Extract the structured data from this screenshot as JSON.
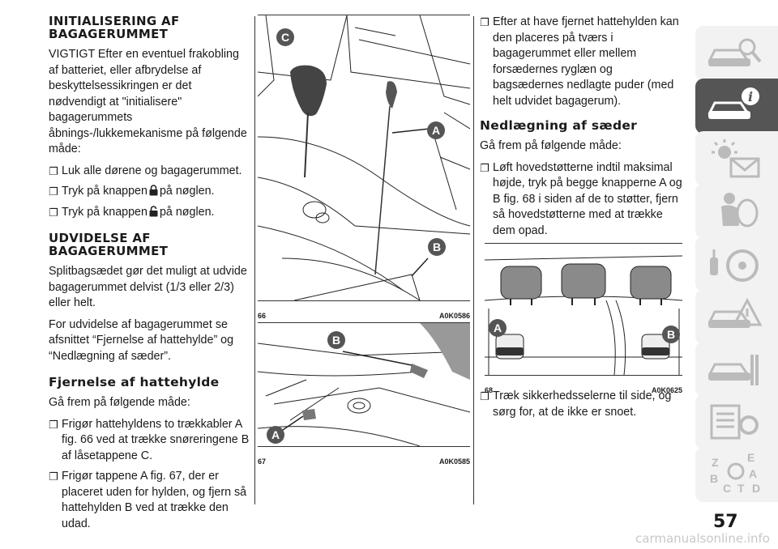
{
  "col1": {
    "heading1": "INITIALISERING AF BAGAGERUMMET",
    "p1": "VIGTIGT Efter en eventuel frakobling af batteriet, eller afbrydelse af beskyttelsessikringen er det nødvendigt at \"initialisere\" bagagerummets åbnings-/lukkemekanisme på følgende måde:",
    "b1": "Luk alle dørene og bagagerummet.",
    "b2_pre": "Tryk på knappen",
    "b2_post": "på nøglen.",
    "b3_pre": "Tryk på knappen",
    "b3_post": "på nøglen.",
    "heading2": "UDVIDELSE AF BAGAGERUMMET",
    "p2": "Splitbagsædet gør det muligt at udvide bagagerummet delvist (1/3 eller 2/3) eller helt.",
    "p3": "For udvidelse af bagagerummet se afsnittet “Fjernelse af hattehylde” og “Nedlægning af sæder”.",
    "heading3": "Fjernelse af hattehylde",
    "p4": "Gå frem på følgende måde:",
    "b4": "Frigør hattehyldens to trækkabler A fig. 66 ved at trække snøreringene B af låsetappene C.",
    "b5": "Frigør tappene A fig. 67, der er placeret uden for hylden, og fjern så hattehylden B ved at trække den udad."
  },
  "fig66": {
    "num": "66",
    "code": "A0K0586",
    "labels": {
      "a": "A",
      "b": "B",
      "c": "C"
    }
  },
  "fig67": {
    "num": "67",
    "code": "A0K0585",
    "labels": {
      "a": "A",
      "b": "B"
    }
  },
  "fig68": {
    "num": "68",
    "code": "A0K0625",
    "labels": {
      "a": "A",
      "b": "B"
    }
  },
  "col3": {
    "b1": "Efter at have fjernet hattehylden kan den placeres på tværs i bagagerummet eller mellem forsædernes ryglæn og bagsædernes nedlagte puder (med helt udvidet bagagerum).",
    "heading": "Nedlægning af sæder",
    "p1": "Gå frem på følgende måde:",
    "b2": "Løft hovedstøtterne indtil maksimal højde, tryk på begge knapperne A og B fig. 68 i siden af de to støtter, fjern så hovedstøtterne med at trække dem opad.",
    "b3": "Træk sikkerhedsselerne til side, og sørg for, at de ikke er snoet."
  },
  "sidebar": {
    "icons": [
      "car-search-icon",
      "car-info-icon",
      "warning-lights-icon",
      "airbag-safety-icon",
      "steering-key-icon",
      "car-breakdown-icon",
      "car-maintenance-icon",
      "settings-list-icon",
      "alphabet-index-icon"
    ],
    "active_index": 1
  },
  "page_number": "57",
  "footer": "carmanualsonline.info",
  "colors": {
    "accent": "#555555",
    "tab": "#f2f2f2",
    "text": "#1a1a1a"
  }
}
